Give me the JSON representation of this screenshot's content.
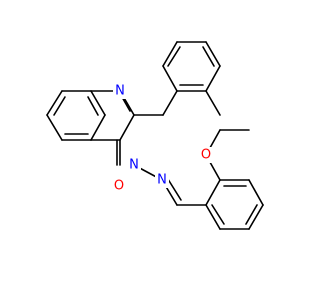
{
  "molecule": {
    "atoms": {
      "N1": {
        "symbol": "N",
        "color": "#0000ff"
      },
      "N3": {
        "symbol": "N",
        "color": "#0000ff"
      },
      "Nim": {
        "symbol": "N",
        "color": "#0000ff"
      },
      "O4": {
        "symbol": "O",
        "color": "#ff0000"
      },
      "Ome": {
        "symbol": "O",
        "color": "#ff0000"
      }
    },
    "colors": {
      "bond": "#000000",
      "background": "#ffffff"
    }
  }
}
